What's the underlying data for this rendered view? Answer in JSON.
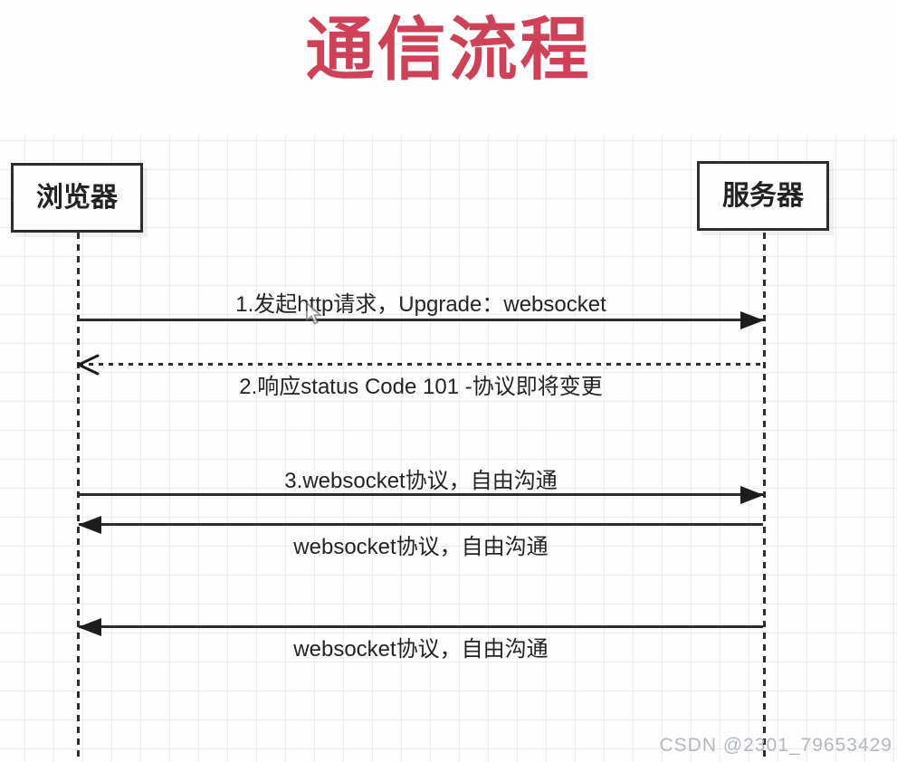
{
  "title": "通信流程",
  "actors": {
    "left": "浏览器",
    "right": "服务器"
  },
  "messages": [
    {
      "label": "1.发起http请求，Upgrade：websocket",
      "direction": "right",
      "line_style": "solid",
      "arrowhead": "filled"
    },
    {
      "label": "2.响应status Code 101 -协议即将变更",
      "direction": "left",
      "line_style": "dashed",
      "arrowhead": "open"
    },
    {
      "label": "3.websocket协议，自由沟通",
      "direction": "right",
      "line_style": "solid",
      "arrowhead": "filled"
    },
    {
      "label": "websocket协议，自由沟通",
      "direction": "left",
      "line_style": "solid",
      "arrowhead": "filled"
    },
    {
      "label": "websocket协议，自由沟通",
      "direction": "left",
      "line_style": "solid",
      "arrowhead": "filled"
    }
  ],
  "watermark": "CSDN @2301_79653429",
  "colors": {
    "title_red": "#cf4156",
    "line_dark": "#2d2d2d",
    "grid": "#ececec",
    "watermark_gray": "#b3b8bf"
  }
}
